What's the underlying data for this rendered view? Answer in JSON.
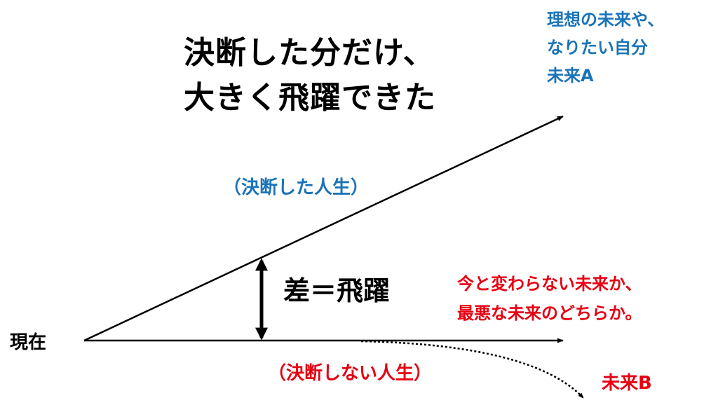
{
  "colors": {
    "blue": "#1a73b8",
    "red": "#e60012",
    "black": "#000000"
  },
  "title": {
    "line1": "決断した分だけ、",
    "line2": "大きく飛躍できた"
  },
  "future_a": {
    "line1": "理想の未来や、",
    "line2": "なりたい自分",
    "line3": "未来A"
  },
  "decided_life": "（決断した人生）",
  "gap_label": "差＝飛躍",
  "future_red": {
    "line1": "今と変わらない未来か、",
    "line2": "最悪な未来のどちらか。"
  },
  "now_label": "現在",
  "undecided_life": "（決断しない人生）",
  "future_b": "未来B"
}
